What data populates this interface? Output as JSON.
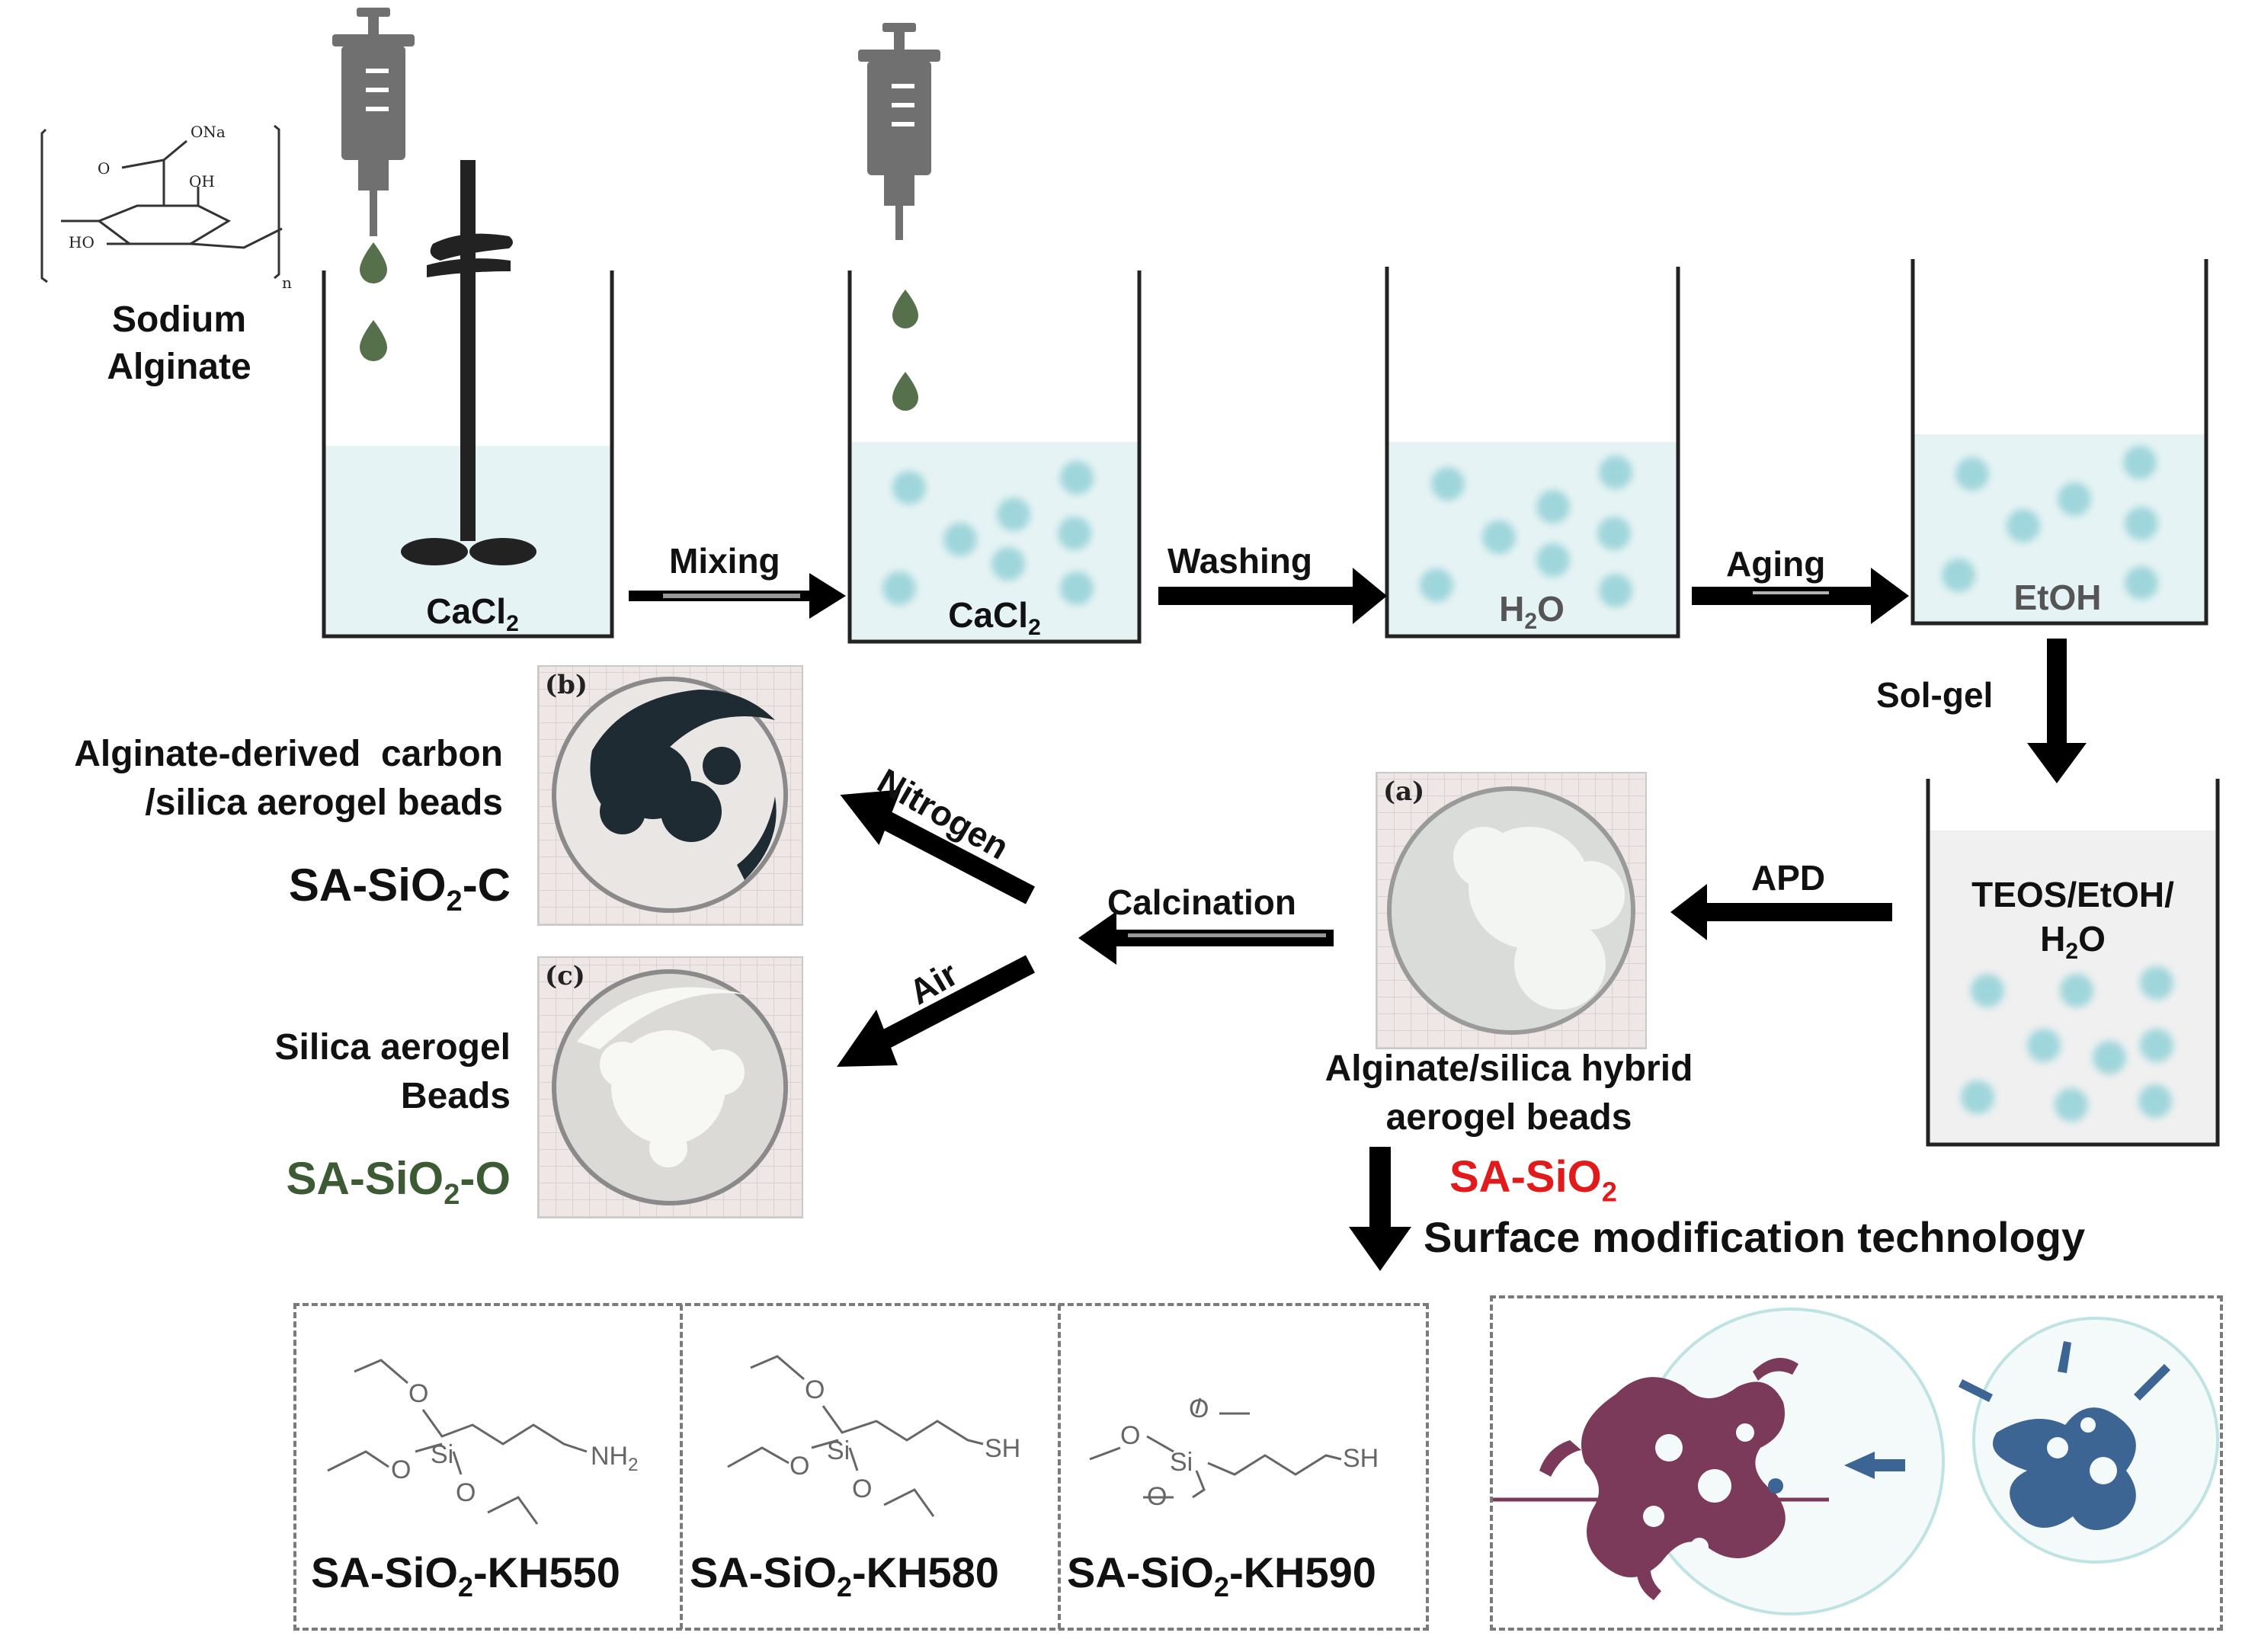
{
  "left_molecule": {
    "title_line1": "Sodium",
    "title_line2": "Alginate"
  },
  "beakers": {
    "b1": {
      "solution": "CaCl",
      "sub": "2"
    },
    "b2": {
      "solution": "CaCl",
      "sub": "2"
    },
    "b3": {
      "solution_main": "H",
      "sub": "2",
      "solution_tail": "O"
    },
    "b4": {
      "solution": "EtOH"
    },
    "b5": {
      "line1": "TEOS/EtOH/",
      "line2_main": "H",
      "line2_sub": "2",
      "line2_tail": "O"
    }
  },
  "steps": {
    "mixing": "Mixing",
    "washing": "Washing",
    "aging": "Aging",
    "solgel": "Sol-gel",
    "apd": "APD",
    "calcination": "Calcination",
    "nitrogen": "Nitrogen",
    "air": "Air",
    "surface_mod": "Surface modification technology"
  },
  "photos": {
    "a": "(a)",
    "b": "(b)",
    "c": "(c)"
  },
  "products": {
    "carbon_line1": "Alginate-derived  carbon",
    "carbon_line2": "/silica aerogel beads",
    "carbon_code_main": "SA-SiO",
    "carbon_code_sub": "2",
    "carbon_code_tail": "-C",
    "silica_line1": "Silica aerogel",
    "silica_line2": "Beads",
    "silica_code_main": "SA-SiO",
    "silica_code_sub": "2",
    "silica_code_tail": "-O",
    "hybrid_line1": "Alginate/silica hybrid",
    "hybrid_line2": "aerogel beads",
    "hybrid_code_main": "SA-SiO",
    "hybrid_code_sub": "2"
  },
  "modifiers": [
    {
      "code_main": "SA-SiO",
      "sub": "2",
      "code_tail": "-KH550",
      "terminal": "NH",
      "terminal_sub": "2"
    },
    {
      "code_main": "SA-SiO",
      "sub": "2",
      "code_tail": "-KH580",
      "terminal": "SH"
    },
    {
      "code_main": "SA-SiO",
      "sub": "2",
      "code_tail": "-KH590",
      "terminal": "SH"
    }
  ],
  "structure_atoms": {
    "o": "O",
    "si": "Si",
    "oh": "OH",
    "ona": "ONa",
    "ho": "HO",
    "n": "n"
  },
  "colors": {
    "liquid": "#e6f3f4",
    "bead": "#9fd6dc",
    "drop": "#56704b",
    "syringe": "#707070",
    "carbon_code": "#111111",
    "silica_code": "#3c5a34",
    "hybrid_code": "#e11b1b",
    "modified_network": "#7b3a5a",
    "pristine_network": "#3c6593"
  }
}
